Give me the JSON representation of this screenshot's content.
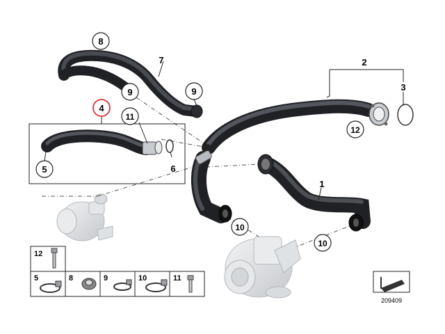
{
  "diagram": {
    "image_id": "209409",
    "highlight_color": "#e03030",
    "hose_color": "#3a3d42",
    "ghost_color": "#cfd2d6",
    "callouts": {
      "c1": "1",
      "c2": "2",
      "c3": "3",
      "c4": "4",
      "c5": "5",
      "c6": "6",
      "c7": "7",
      "c8": "8",
      "c9a": "9",
      "c9b": "9",
      "c10a": "10",
      "c10b": "10",
      "c11": "11",
      "c12": "12"
    },
    "legend": {
      "row1": [
        "12"
      ],
      "row2": [
        "5",
        "8",
        "9",
        "10",
        "11"
      ]
    }
  }
}
